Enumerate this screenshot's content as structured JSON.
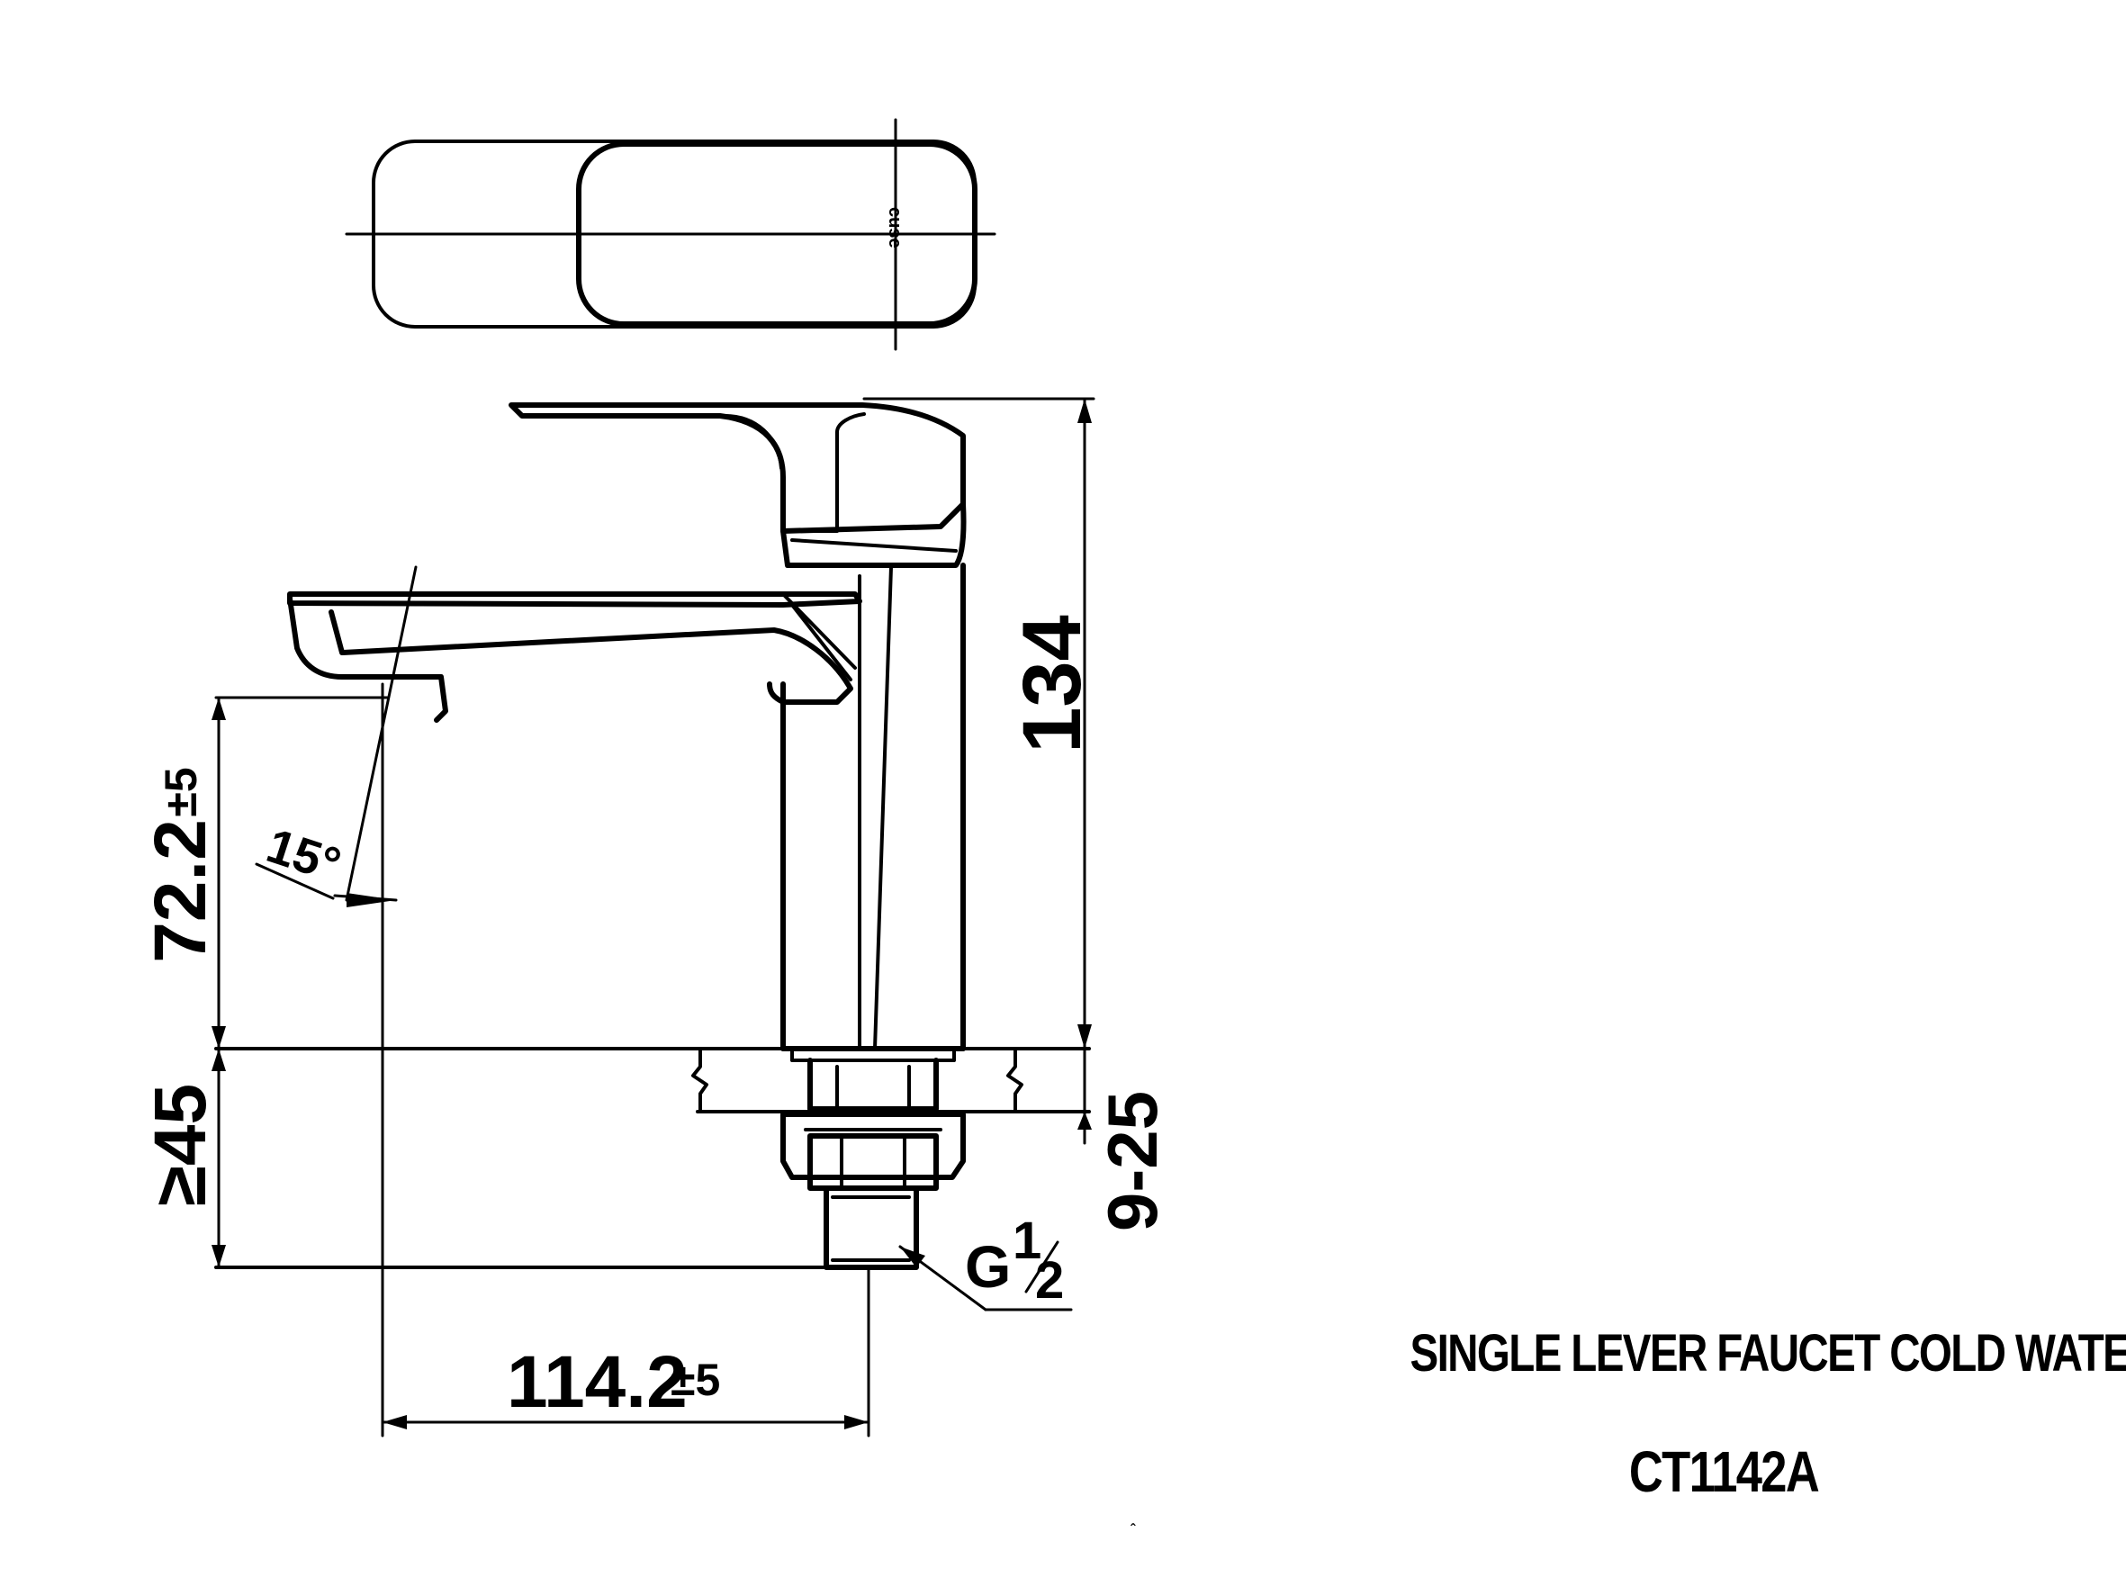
{
  "title_block": {
    "product_name": "SINGLE LEVER FAUCET COLD WATER",
    "model_number": "CT1142A"
  },
  "dimensions": {
    "total_height": "134",
    "spout_height": "72.2",
    "spout_height_tolerance": "±5",
    "spout_angle": "15°",
    "min_thread_length": "≥45",
    "counter_thickness": "9-25",
    "spout_reach": "114.2",
    "spout_reach_tolerance": "±5",
    "thread_label": "G",
    "thread_size_num": "1",
    "thread_size_den": "2"
  },
  "handle_markings": {
    "emboss": "cuse"
  }
}
